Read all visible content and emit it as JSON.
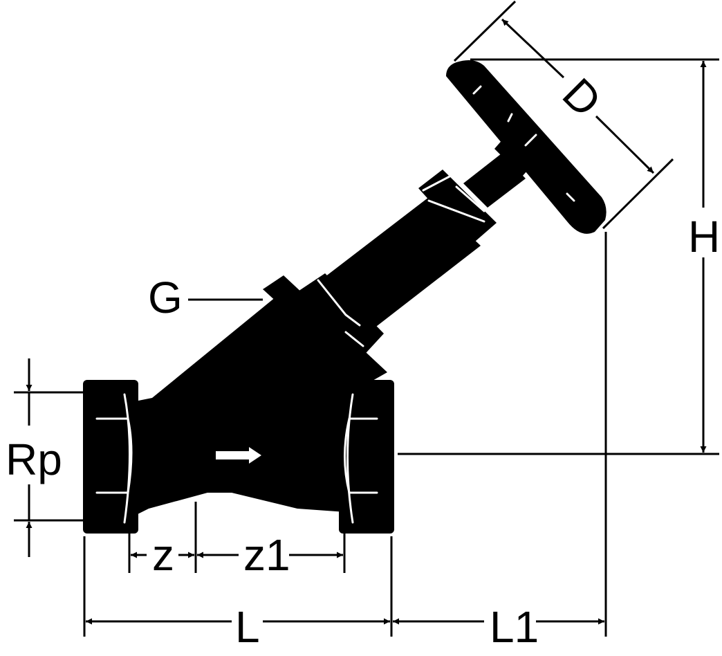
{
  "labels": {
    "rp": "Rp",
    "g": "G",
    "z": "z",
    "z1": "z1",
    "l": "L",
    "l1": "L1",
    "h": "H",
    "d": "D"
  },
  "colors": {
    "ink": "#000000",
    "background": "#ffffff"
  }
}
